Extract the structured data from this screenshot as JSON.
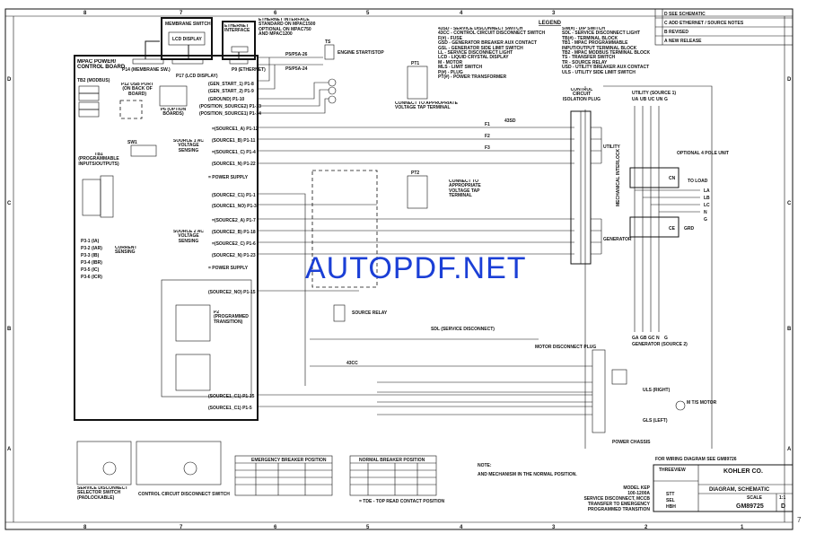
{
  "ruler": {
    "columns": [
      "8",
      "7",
      "6",
      "5",
      "4",
      "3",
      "2",
      "1"
    ],
    "rows": [
      "D",
      "C",
      "B",
      "A"
    ]
  },
  "top": {
    "keyswitch": "MEMBRANE SWITCH",
    "lcd": "LCD DISPLAY",
    "ethernet": "ETHERNET INTERFACE",
    "ethernet_note": "ETHERNET INTERFACE STANDARD ON MPAC1500 OPTIONAL ON MPAC750 AND MPAC1200",
    "p14": "P14 (MEMBRANE SW.)",
    "p17": "P17 (LCD DISPLAY)",
    "p9": "P9 (ETHERNET)",
    "engine_start": "ENGINE START/STOP",
    "ts": "TS",
    "pf1": "P5/P5A-26",
    "pf2": "P5/P5A-24"
  },
  "board": {
    "title": "MPAC POWER/ CONTROL BOARD",
    "tb2": "TB2 (MODBUS)",
    "p12": "P12 USB PORT (ON BACK OF BOARD)",
    "p6": "P6 (OPTION BOARDS)",
    "tb1": "TB1 (PROGRAMMABLE INPUTS/OUTPUTS)",
    "sw1": "SW1",
    "src1": "SOURCE 1 AC VOLTAGE SENSING",
    "src2": "SOURCE 2 AC VOLTAGE SENSING",
    "ps": "= POWER SUPPLY",
    "current": "CURRENT SENSING",
    "p2": "P2 (PROGRAMMED TRANSITION)",
    "pins_top": [
      "(GEN_START_1) P1-8",
      "(GEN_START_2) P1-9",
      "(GROUND) P1-10",
      "(POSITION_SOURCE2) P1-13",
      "(POSITION_SOURCE1) P1-14"
    ],
    "pins_s1": [
      "=(SOURCE1_A) P1-12",
      "(SOURCE1_B) P1-11",
      "=(SOURCE1_C) P1-4",
      "(SOURCE1_N) P1-22"
    ],
    "pins_mid": [
      "(SOURCE2_C1) P1-1",
      "(SOURCE1_NO) P1-3"
    ],
    "pins_s2": [
      "=(SOURCE2_A) P1-7",
      "(SOURCE2_B) P1-18",
      "=(SOURCE2_C) P1-6",
      "(SOURCE2_N) P1-23"
    ],
    "pins_low": [
      "(SOURCE2_NO) P1-15",
      "(SOURCE1_C1) P1-15",
      "(SOURCE1_C1) P1-5"
    ],
    "current_pins": [
      "P3-1 (IA)",
      "P3-2 (IAR)",
      "P3-3 (IB)",
      "P3-4 (IBR)",
      "P3-5 (IC)",
      "P3-6 (ICR)"
    ]
  },
  "legend": {
    "title": "LEGEND",
    "left": [
      "43SD - SERVICE DISCONNECT SWITCH",
      "43CC - CONTROL CIRCUIT DISCONNECT SWITCH",
      "F(#) - FUSE",
      "GSD - GENERATOR BREAKER AUX CONTACT",
      "GSL - GENERATOR SIDE LIMIT SWITCH",
      "LL - SERVICE DISCONNECT LIGHT",
      "LCD - LIQUID CRYSTAL DISPLAY",
      "M - MOTOR",
      "MLS - LIMIT SWITCH",
      "P(#) - PLUG",
      "PT(#) - POWER TRANSFORMER"
    ],
    "right": [
      "SW(#) - DIP SWITCH",
      "SDL - SERVICE DISCONNECT LIGHT",
      "TB(#) - TERMINAL BLOCK",
      "TB1 - MPAC PROGRAMMABLE INPUT/OUTPUT TERMINAL BLOCK",
      "TB2 - MPAC MODBUS TERMINAL BLOCK",
      "TS - TRANSFER SWITCH",
      "TR - SOURCE RELAY",
      "USD - UTILITY BREAKER AUX CONTACT",
      "ULS - UTILITY SIDE LIMIT SWITCH"
    ]
  },
  "power": {
    "pt1": "PT1",
    "pt2": "PT2",
    "connect1": "CONNECT TO APPROPRIATE VOLTAGE TAP TERMINAL",
    "connect2": "CONNECT TO APPROPRIATE VOLTAGE TAP TERMINAL",
    "isolation": "CONTROL CIRCUIT ISOLATION PLUG",
    "utility": "UTILITY",
    "generator": "GENERATOR",
    "utility_src": "UTILITY (SOURCE 1)",
    "utility_phases": [
      "UA",
      "UB",
      "UC",
      "UN",
      "G"
    ],
    "gen_src": "GENERATOR (SOURCE 2)",
    "gen_phases": [
      "GA",
      "GB",
      "GC",
      "N",
      "G"
    ],
    "optional": "OPTIONAL 4 POLE UNIT",
    "cn": "CN",
    "ce": "CE",
    "to_load": "TO LOAD",
    "loads": [
      "LA",
      "LB",
      "LC",
      "N",
      "G"
    ],
    "interlock": "MECHANICAL INTERLOCK",
    "grd": "GRD",
    "source_relay": "SOURCE RELAY",
    "service_disc": "SDL (SERVICE DISCONNECT)",
    "motor_disc": "MOTOR DISCONNECT PLUG",
    "power_chassis": "POWER CHASSIS",
    "motor": "M T/S MOTOR",
    "uls": "ULS (RIGHT)",
    "gls": "GLS (LEFT)",
    "f_labels": [
      "F1",
      "F2",
      "F3"
    ],
    "sd": "43SD",
    "cc": "43CC"
  },
  "bottom": {
    "switch1": "SERVICE DISCONNECT SELECTOR SWITCH (PADLOCKABLE)",
    "switch2": "CONTROL CIRCUIT DISCONNECT SWITCH",
    "table1_title": "EMERGENCY BREAKER POSITION",
    "table2_title": "NORMAL BREAKER POSITION",
    "table_note": "= TDE - TOP READ CONTACT POSITION",
    "note_head": "NOTE:",
    "note": "AND MECHANISM IN THE NORMAL POSITION.",
    "model": [
      "MODEL KEP",
      "100-1200A",
      "SERVICE DISCONNECT, MCCB",
      "TRANSFER TO EMERGENCY",
      "PROGRAMMED TRANSITION"
    ]
  },
  "title_block": {
    "wiring_ref": "FOR WIRING DIAGRAM SEE GM89726",
    "company": "KOHLER CO.",
    "title": "DIAGRAM, SCHEMATIC",
    "scale_label": "SCALE",
    "scale": "1:1",
    "dwg": "GM89725",
    "rev": "D",
    "approvals": [
      "STT",
      "SEL",
      "HBH"
    ],
    "brand": "THREEVIEW"
  },
  "revisions": [
    "D  SEE SCHEMATIC",
    "C  ADD ETHERNET / SOURCE NOTES",
    "B  REVISED",
    "A  NEW RELEASE"
  ],
  "watermark": "AUTOPDF.NET",
  "page_number": "7"
}
